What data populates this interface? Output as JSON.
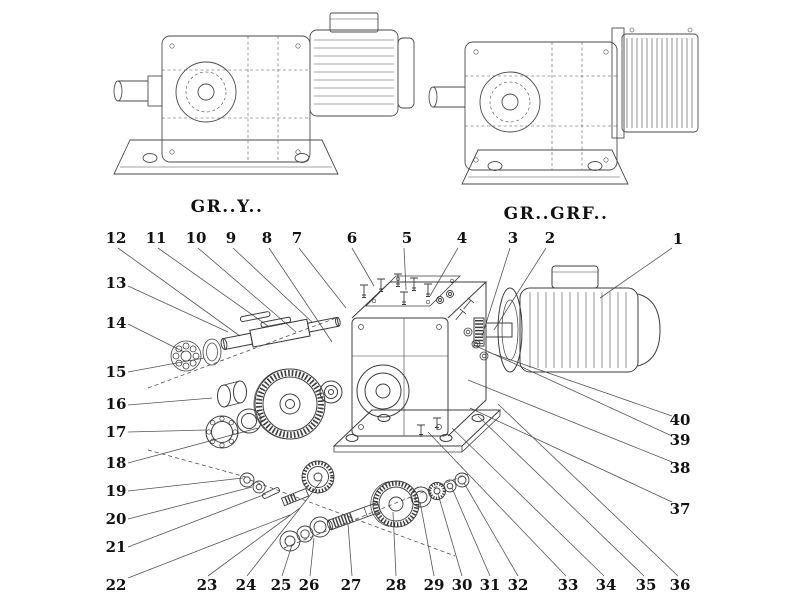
{
  "diagram": {
    "variant_labels": {
      "left": "GR..Y..",
      "right": "GR..GRF.."
    }
  },
  "callouts": [
    "1",
    "2",
    "3",
    "4",
    "5",
    "6",
    "7",
    "8",
    "9",
    "10",
    "11",
    "12",
    "13",
    "14",
    "15",
    "16",
    "17",
    "18",
    "19",
    "20",
    "21",
    "22",
    "23",
    "24",
    "25",
    "26",
    "27",
    "28",
    "29",
    "30",
    "31",
    "32",
    "33",
    "34",
    "35",
    "36",
    "37",
    "38",
    "39",
    "40"
  ]
}
